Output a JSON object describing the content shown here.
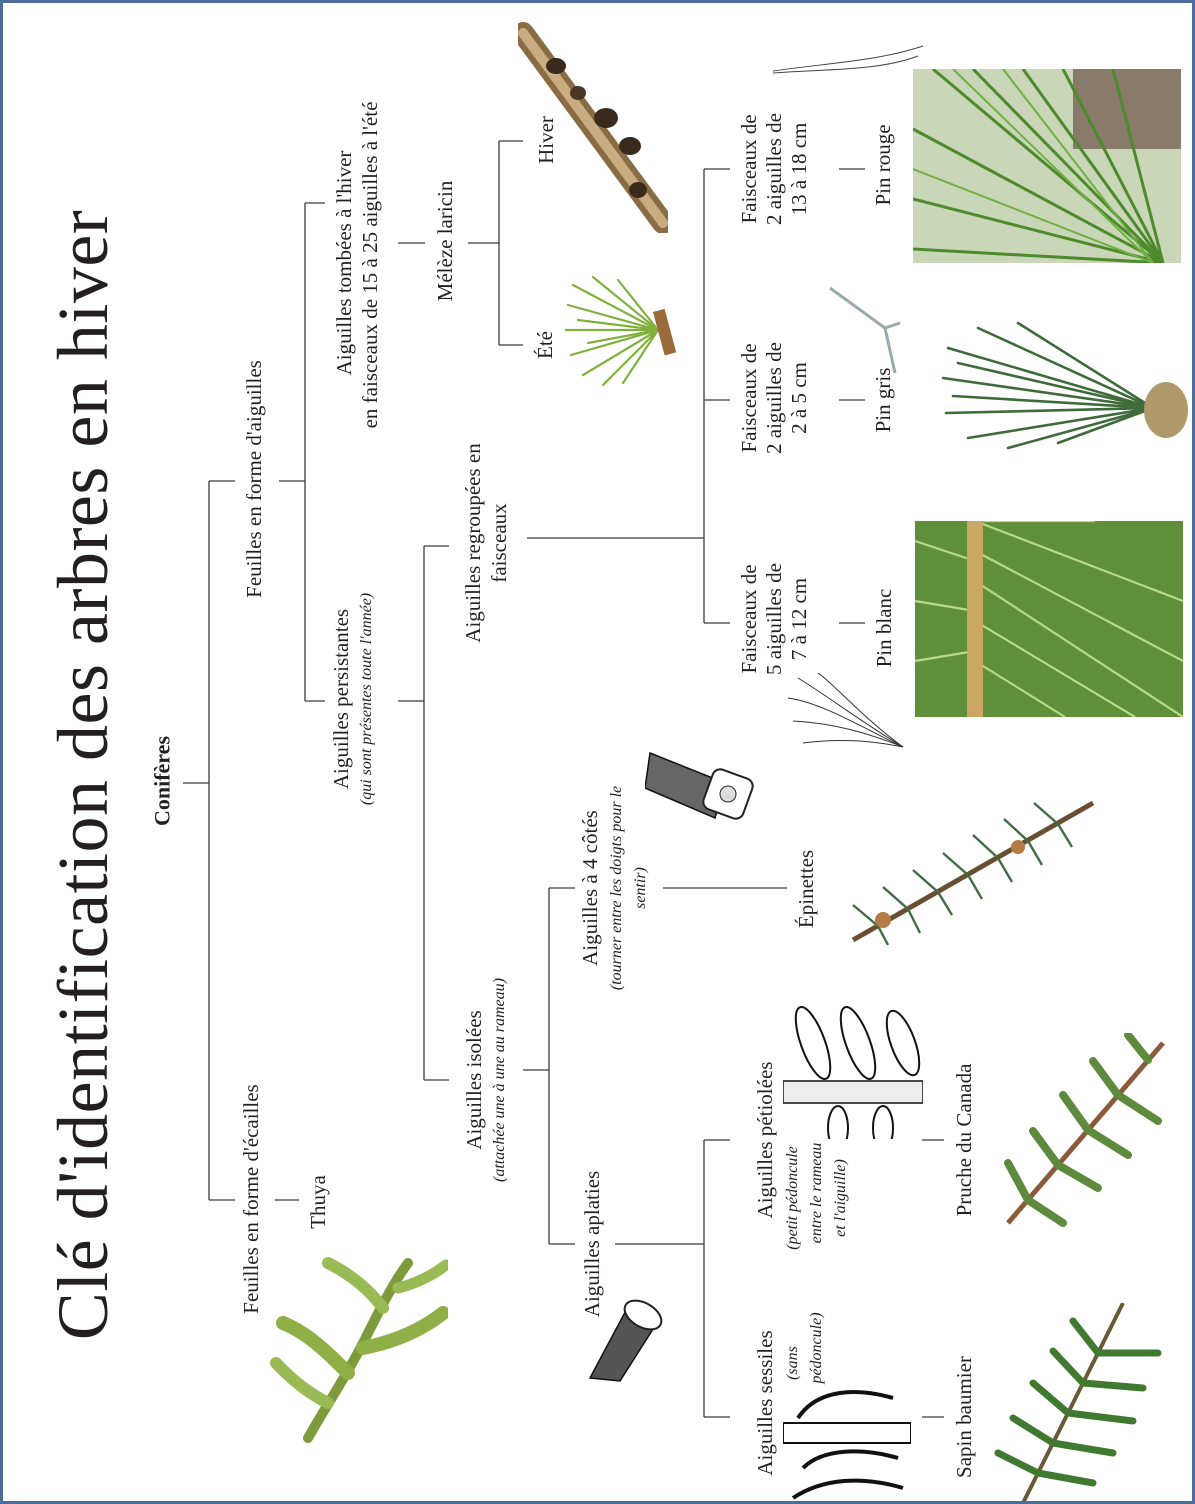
{
  "title": "Clé d'identification des arbres en hiver",
  "root": "Conifères",
  "nodes": {
    "scales": "Feuilles en forme d'écailles",
    "thuya": "Thuya",
    "needles": "Feuilles en forme d'aiguilles",
    "deciduous_l1": "Aiguilles tombées à l'hiver",
    "deciduous_l2": "en faisceaux de 15 à 25 aiguilles à l'été",
    "meleze": "Mélèze laricin",
    "hiver": "Hiver",
    "ete": "Été",
    "persistent": "Aiguilles persistantes",
    "persistent_sub": "(qui sont présentes toute l'année)",
    "bundles_l1": "Aiguilles regroupées en",
    "bundles_l2": "faisceaux",
    "f5_l1": "Faisceaux de",
    "f5_l2": "5 aiguilles de",
    "f5_l3": "7 à 12 cm",
    "pin_blanc": "Pin blanc",
    "f2s_l1": "Faisceaux de",
    "f2s_l2": "2 aiguilles de",
    "f2s_l3": "2 à 5 cm",
    "pin_gris": "Pin gris",
    "f2l_l1": "Faisceaux de",
    "f2l_l2": "2 aiguilles de",
    "f2l_l3": "13 à 18 cm",
    "pin_rouge": "Pin rouge",
    "isolated": "Aiguilles isolées",
    "isolated_sub": "(attachée une à une au rameau)",
    "four_sides": "Aiguilles à 4 côtés",
    "four_sides_sub1": "(tourner entre les doigts pour le",
    "four_sides_sub2": "sentir)",
    "epinettes": "Épinettes",
    "flat": "Aiguilles aplaties",
    "petiolate": "Aiguilles pétiolées",
    "petiolate_sub1": "(petit pédoncule",
    "petiolate_sub2": "entre le rameau",
    "petiolate_sub3": "et l'aiguille)",
    "pruche": "Pruche du Canada",
    "sessile": "Aiguilles sessiles",
    "sessile_sub1": "(sans",
    "sessile_sub2": "pédoncule)",
    "sapin": "Sapin baumier"
  },
  "colors": {
    "border": "#4b6d9b",
    "needle_green": "#5f8f3a",
    "scale_green": "#98bb55",
    "bark": "#a08358"
  }
}
